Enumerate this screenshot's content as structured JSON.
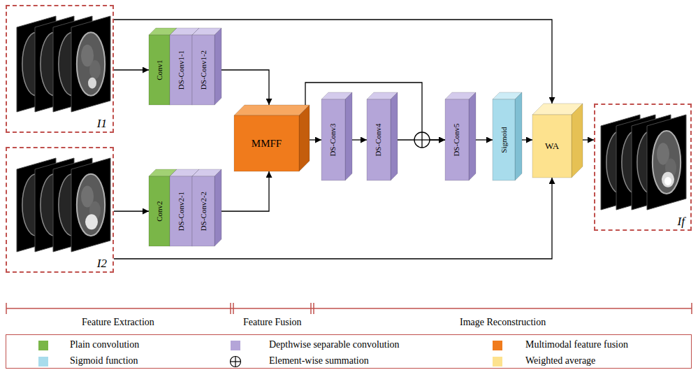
{
  "diagram": {
    "nodes": [
      {
        "text": [
          "I1"
        ]
      },
      {
        "text": [
          "Conv1"
        ]
      },
      {
        "text": [
          "DS-Conv1-1"
        ]
      },
      {
        "text": [
          "DS-Conv1-2"
        ]
      },
      {
        "text": [
          "I2"
        ]
      },
      {
        "text": [
          "Conv2"
        ]
      },
      {
        "text": [
          "DS-Conv2-1"
        ]
      },
      {
        "text": [
          "DS-Conv2-2"
        ]
      },
      {
        "text": [
          "MMFF"
        ]
      },
      {
        "text": [
          "DS-Conv3"
        ]
      },
      {
        "text": [
          "DS-Conv4"
        ]
      },
      {
        "text": [
          "DS-Conv5"
        ]
      },
      {
        "text": [
          "Sigmoid"
        ]
      },
      {
        "text": [
          "WA"
        ]
      },
      {
        "text": [
          "If"
        ]
      }
    ],
    "edges": [
      {
        "from": 0,
        "to": 1,
        "arrow": "to"
      },
      {
        "from": 3,
        "to": 8,
        "arrow": "to"
      },
      {
        "from": 4,
        "to": 5,
        "arrow": "to"
      },
      {
        "from": 7,
        "to": 8,
        "arrow": "to"
      },
      {
        "from": 8,
        "to": 9,
        "arrow": "to"
      },
      {
        "from": 9,
        "to": 10,
        "arrow": "to"
      },
      {
        "from": 10,
        "to": 11,
        "arrow": "to"
      },
      {
        "from": 8,
        "to": 11,
        "arrow": "to"
      },
      {
        "from": 11,
        "to": 12,
        "arrow": "to"
      },
      {
        "from": 12,
        "to": 13,
        "arrow": "to"
      },
      {
        "from": 0,
        "to": 13,
        "arrow": "to"
      },
      {
        "from": 4,
        "to": 13,
        "arrow": "to"
      },
      {
        "from": 13,
        "to": 14,
        "arrow": "to"
      }
    ],
    "labels": [
      "Feature Extraction",
      "Feature Fusion",
      "Image Reconstruction"
    ],
    "legend": [
      {
        "text": "Plain convolution",
        "color": "#7ab648"
      },
      {
        "text": "Depthwise separable convolution",
        "color": "#b4a5d8"
      },
      {
        "text": "Multimodal feature fusion",
        "color": "#f07b1c"
      },
      {
        "text": "Sigmoid function",
        "color": "#a8dcec"
      },
      {
        "text": "Element-wise summation"
      },
      {
        "text": "Weighted average",
        "color": "#fde28e"
      }
    ]
  }
}
